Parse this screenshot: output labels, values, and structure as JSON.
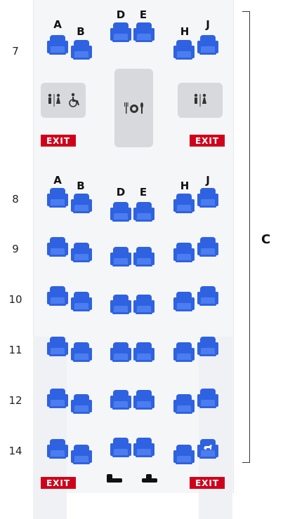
{
  "colors": {
    "seat": "#2f62e0",
    "seat_light": "#4b7df0",
    "exit": "#d0021b",
    "lav": "#d7d9dc"
  },
  "cabin": {
    "label": "C"
  },
  "exit_label": "EXIT",
  "rows": [
    "7",
    "8",
    "9",
    "10",
    "11",
    "12",
    "14"
  ],
  "columns_top": {
    "A": "A",
    "B": "B",
    "D": "D",
    "E": "E",
    "H": "H",
    "J": "J"
  },
  "columns_mid": {
    "A": "A",
    "B": "B",
    "D": "D",
    "E": "E",
    "H": "H",
    "J": "J"
  },
  "icons": {
    "lav_left": [
      "restroom-icon",
      "wheelchair-icon"
    ],
    "galley": "meal-icon",
    "lav_right": "restroom-icon",
    "pet": "pet-icon"
  }
}
